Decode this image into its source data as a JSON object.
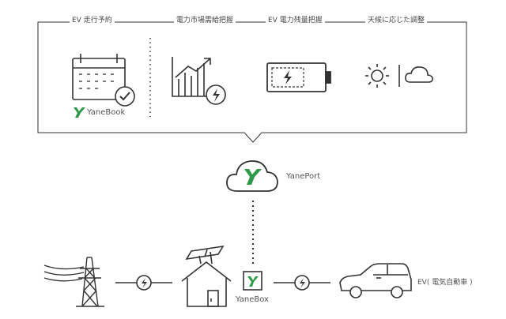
{
  "callout": {
    "items": [
      {
        "label": "EV 走行予約",
        "icon": "calendar-check-icon"
      },
      {
        "label": "電力市場需給把握",
        "icon": "market-chart-icon"
      },
      {
        "label": "EV 電力残量把握",
        "icon": "battery-charge-icon"
      },
      {
        "label": "天候に応じた調整",
        "icon": "sun-cloud-icon"
      }
    ],
    "yanebook_label": "YaneBook"
  },
  "yaneport": {
    "label": "YanePort",
    "icon": "cloud-y-logo-icon"
  },
  "flow": {
    "tower_icon": "power-tower-icon",
    "house_icon": "solar-house-icon",
    "yanebox_label": "YaneBox",
    "ev_label": "EV( 電気自動車 )",
    "connector_icon": "bolt-connector-icon"
  },
  "colors": {
    "brand_green": "#2e9a49",
    "line": "#333333"
  }
}
